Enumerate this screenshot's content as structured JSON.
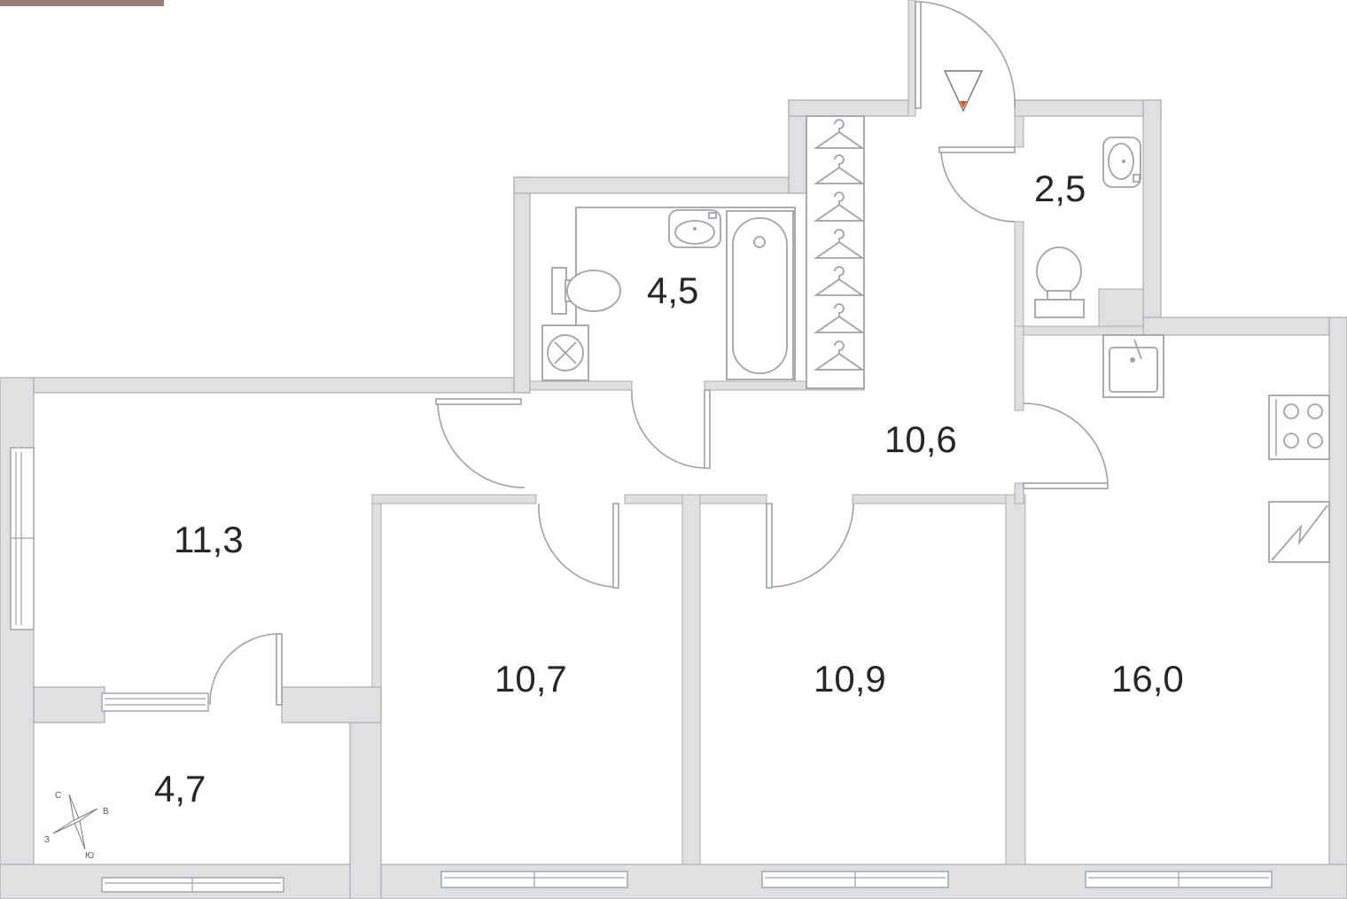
{
  "plan": {
    "accent_color": "#9a7f76",
    "wall_color": "#dfe0e1",
    "entrance_marker_color": "#e8531e"
  },
  "rooms": [
    {
      "id": "bathroom",
      "area": "4,5"
    },
    {
      "id": "toilet",
      "area": "2,5"
    },
    {
      "id": "hallway",
      "area": "10,6"
    },
    {
      "id": "living-room",
      "area": "11,3"
    },
    {
      "id": "balcony",
      "area": "4,7"
    },
    {
      "id": "bedroom-1",
      "area": "10,7"
    },
    {
      "id": "bedroom-2",
      "area": "10,9"
    },
    {
      "id": "kitchen",
      "area": "16,0"
    }
  ],
  "compass": {
    "n": "С",
    "e": "В",
    "s": "Ю",
    "w": "З"
  },
  "icons": [
    "hanger-icon",
    "washbasin-icon",
    "toilet-icon",
    "bathtub-icon",
    "washing-machine-icon",
    "sink-icon",
    "stove-icon",
    "fridge-icon",
    "compass-icon",
    "entrance-arrow-icon"
  ]
}
